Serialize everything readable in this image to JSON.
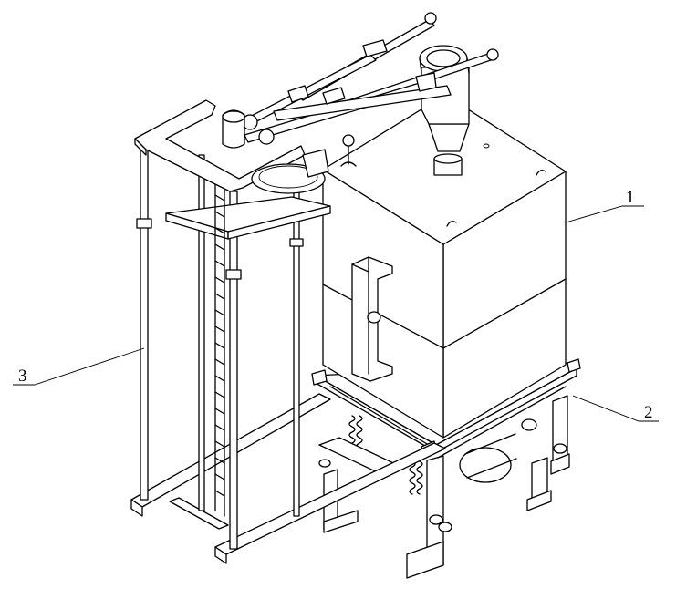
{
  "diagram": {
    "labels": [
      {
        "id": "1",
        "text": "1",
        "target": "main-tank-body"
      },
      {
        "id": "2",
        "text": "2",
        "target": "base-support-frame"
      },
      {
        "id": "3",
        "text": "3",
        "target": "screw-lifting-frame"
      }
    ]
  },
  "colors": {
    "line": "#000000",
    "background": "#ffffff"
  }
}
